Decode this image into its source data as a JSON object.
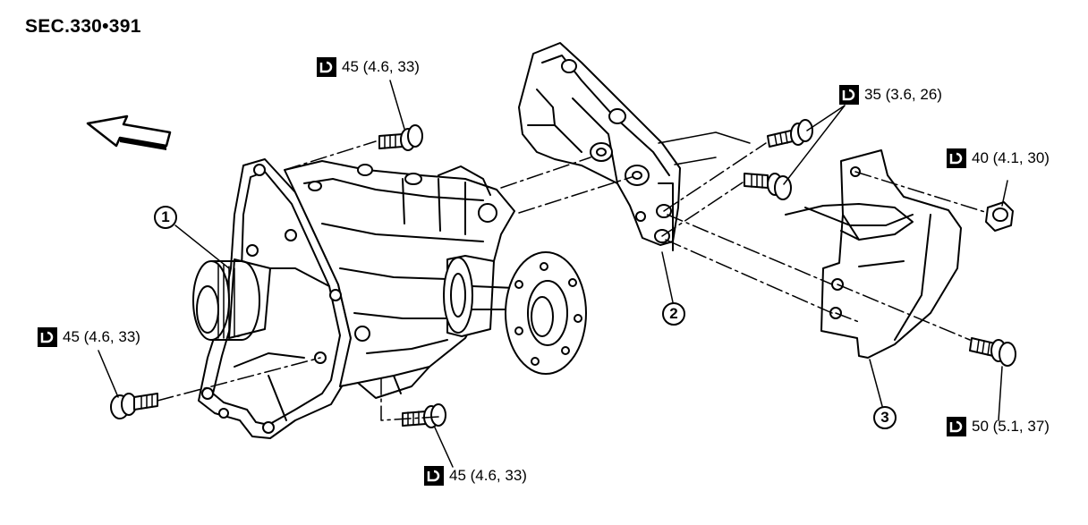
{
  "section_title": "SEC.330•391",
  "torque_icon": "torque-wrench-icon",
  "front_arrow_icon": "front-direction-arrow-icon",
  "torques": {
    "top_center": "45 (4.6, 33)",
    "top_right": "35 (3.6, 26)",
    "right_upper": "40 (4.1, 30)",
    "left_lower": "45 (4.6, 33)",
    "bottom_center": "45 (4.6, 33)",
    "bottom_right": "50 (5.1, 37)"
  },
  "callouts": {
    "c1": "1",
    "c2": "2",
    "c3": "3"
  }
}
